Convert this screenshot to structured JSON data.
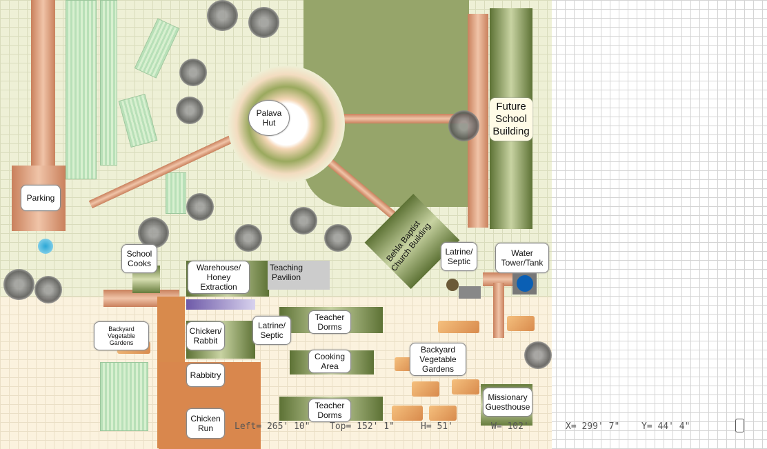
{
  "labels": {
    "palava_hut": "Palava Hut",
    "future_school": "Future School Building",
    "parking": "Parking",
    "school_cooks": "School Cooks",
    "warehouse": "Warehouse/ Honey Extraction",
    "teaching_pavilion": "Teaching Pavilion",
    "church": "Behla Baptist Church Building",
    "latrine_1": "Latrine/ Septic",
    "water_tower": "Water Tower/Tank",
    "backyard_gardens_1": "Backyard Vegetable Gardens",
    "chicken_rabbit": "Chicken/ Rabbit",
    "latrine_2": "Latrine/ Septic",
    "teacher_dorms_1": "Teacher Dorms",
    "cooking_area": "Cooking Area",
    "backyard_gardens_2": "Backyard Vegetable Gardens",
    "rabbitry": "Rabbitry",
    "missionary_guesthouse": "Missionary Guesthouse",
    "teacher_dorms_2": "Teacher Dorms",
    "chicken_run": "Chicken Run"
  },
  "status": {
    "left": "Left= 265' 10\"",
    "top": "Top= 152' 1\"",
    "h": "H= 51'",
    "w": "W= 102'",
    "x": "X= 299' 7\"",
    "y": "Y= 44' 4\""
  },
  "colors": {
    "lawn": "#96a56a",
    "path": "#c9805c",
    "building": "#5d7235",
    "water": "#0a5fb4"
  }
}
